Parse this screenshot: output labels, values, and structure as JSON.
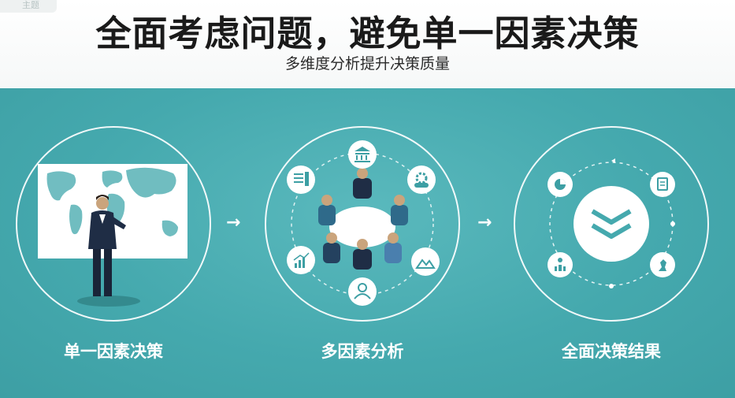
{
  "header": {
    "corner_tag": "主题",
    "title": "全面考虑问题，避免单一因素决策",
    "subtitle": "多维度分析提升决策质量"
  },
  "stages": [
    {
      "label": "单一因素决策"
    },
    {
      "label": "多因素分析"
    },
    {
      "label": "全面决策结果"
    }
  ],
  "arrows": [
    "→",
    "→"
  ],
  "icons": {
    "multi_factor": [
      "bank-icon",
      "gear-cloud-icon",
      "landscape-icon",
      "user-icon",
      "bar-chart-icon",
      "list-chart-icon"
    ],
    "result": [
      "pie-chart-icon",
      "clipboard-icon",
      "chess-icon",
      "people-location-icon",
      "double-chevron-down-icon"
    ]
  },
  "colors": {
    "teal_background": "#45a9ae",
    "white": "#ffffff",
    "dark_suit": "#1f2d45"
  }
}
